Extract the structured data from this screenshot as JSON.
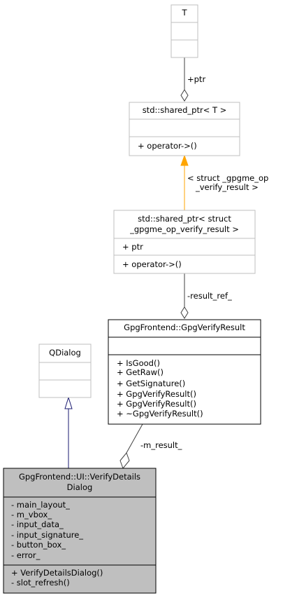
{
  "colors": {
    "box_border_light": "#bfbfbf",
    "box_border_dark": "#000000",
    "highlight_fill": "#bfbfbf",
    "edge_orange": "#ffa500",
    "edge_navy": "#191970",
    "edge_gray": "#404040"
  },
  "classes": {
    "t": {
      "name": "T",
      "attributes": [],
      "methods": []
    },
    "shared_ptr_t": {
      "name": "std::shared_ptr< T >",
      "attributes": [],
      "methods": [
        "+ operator->()"
      ]
    },
    "shared_ptr_result": {
      "name_lines": [
        "std::shared_ptr< struct",
        "_gpgme_op_verify_result >"
      ],
      "attributes": [
        "+ ptr"
      ],
      "methods": [
        "+ operator->()"
      ]
    },
    "verify_result": {
      "name": "GpgFrontend::GpgVerifyResult",
      "attributes": [],
      "methods": [
        "+ IsGood()",
        "+ GetRaw()",
        "+ GetSignature()",
        "+ GpgVerifyResult()",
        "+ GpgVerifyResult()",
        "+ ~GpgVerifyResult()"
      ]
    },
    "qdialog": {
      "name": "QDialog",
      "attributes": [],
      "methods": []
    },
    "verify_details_dialog": {
      "name_lines": [
        "GpgFrontend::UI::VerifyDetails",
        "Dialog"
      ],
      "attributes": [
        "- main_layout_",
        "- m_vbox_",
        "- input_data_",
        "- input_signature_",
        "- button_box_",
        "- error_"
      ],
      "methods": [
        "+ VerifyDetailsDialog()",
        "- slot_refresh()"
      ]
    }
  },
  "edges": {
    "ptr": {
      "label": "+ptr"
    },
    "template_binding": {
      "label_lines": [
        "< struct _gpgme_op",
        "_verify_result >"
      ]
    },
    "result_ref": {
      "label": "-result_ref_"
    },
    "m_result": {
      "label": "-m_result_"
    }
  }
}
